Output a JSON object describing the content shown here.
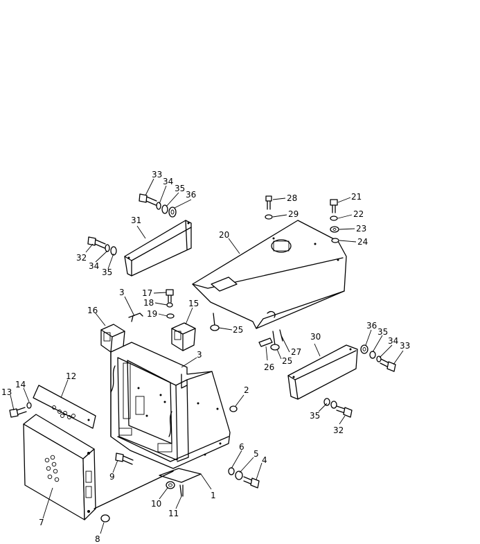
{
  "diagram": {
    "callouts": [
      {
        "id": "c1",
        "text": "1"
      },
      {
        "id": "c2",
        "text": "2"
      },
      {
        "id": "c3a",
        "text": "3"
      },
      {
        "id": "c3b",
        "text": "3"
      },
      {
        "id": "c4",
        "text": "4"
      },
      {
        "id": "c5",
        "text": "5"
      },
      {
        "id": "c6",
        "text": "6"
      },
      {
        "id": "c7",
        "text": "7"
      },
      {
        "id": "c8",
        "text": "8"
      },
      {
        "id": "c9",
        "text": "9"
      },
      {
        "id": "c10",
        "text": "10"
      },
      {
        "id": "c11",
        "text": "11"
      },
      {
        "id": "c12",
        "text": "12"
      },
      {
        "id": "c13",
        "text": "13"
      },
      {
        "id": "c14",
        "text": "14"
      },
      {
        "id": "c15",
        "text": "15"
      },
      {
        "id": "c16",
        "text": "16"
      },
      {
        "id": "c17",
        "text": "17"
      },
      {
        "id": "c18",
        "text": "18"
      },
      {
        "id": "c19",
        "text": "19"
      },
      {
        "id": "c20",
        "text": "20"
      },
      {
        "id": "c21",
        "text": "21"
      },
      {
        "id": "c22",
        "text": "22"
      },
      {
        "id": "c23",
        "text": "23"
      },
      {
        "id": "c24",
        "text": "24"
      },
      {
        "id": "c25a",
        "text": "25"
      },
      {
        "id": "c25b",
        "text": "25"
      },
      {
        "id": "c26",
        "text": "26"
      },
      {
        "id": "c27",
        "text": "27"
      },
      {
        "id": "c28",
        "text": "28"
      },
      {
        "id": "c29",
        "text": "29"
      },
      {
        "id": "c30",
        "text": "30"
      },
      {
        "id": "c31",
        "text": "31"
      },
      {
        "id": "c32a",
        "text": "32"
      },
      {
        "id": "c32b",
        "text": "32"
      },
      {
        "id": "c33a",
        "text": "33"
      },
      {
        "id": "c33b",
        "text": "33"
      },
      {
        "id": "c34a",
        "text": "34"
      },
      {
        "id": "c34b",
        "text": "34"
      },
      {
        "id": "c34c",
        "text": "34"
      },
      {
        "id": "c35a",
        "text": "35"
      },
      {
        "id": "c35b",
        "text": "35"
      },
      {
        "id": "c35c",
        "text": "35"
      },
      {
        "id": "c35d",
        "text": "35"
      },
      {
        "id": "c36a",
        "text": "36"
      },
      {
        "id": "c36b",
        "text": "36"
      }
    ]
  }
}
